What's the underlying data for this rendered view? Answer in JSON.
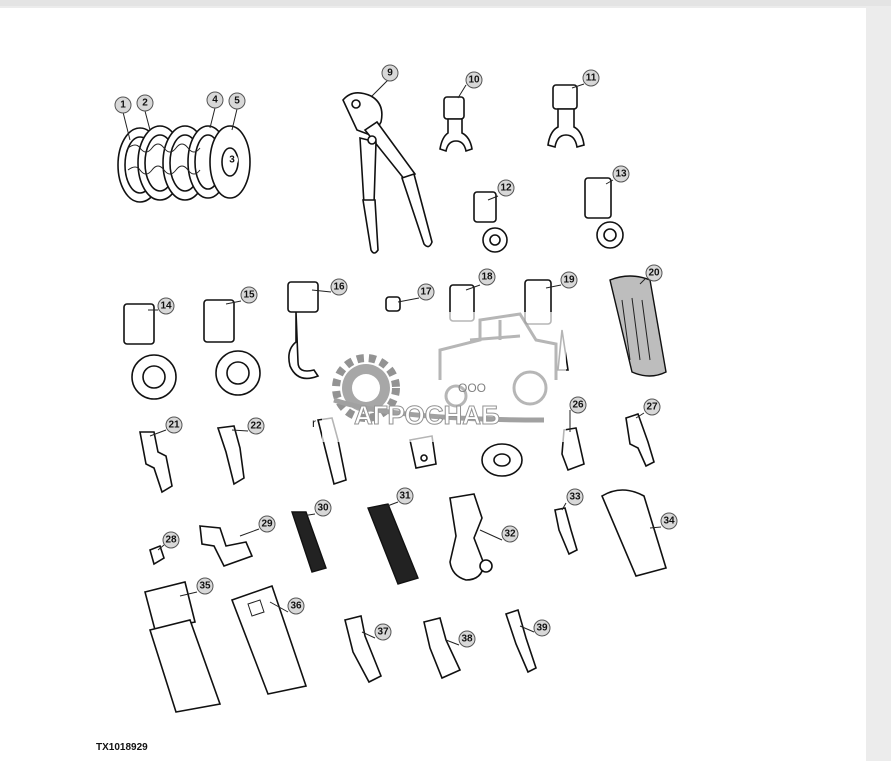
{
  "figure_id": "TX1018929",
  "watermark": {
    "company_form": "ООО",
    "brand": "АГРОСНАБ"
  },
  "callouts": [
    "1",
    "2",
    "3",
    "4",
    "5",
    "9",
    "10",
    "11",
    "12",
    "13",
    "14",
    "15",
    "16",
    "17",
    "18",
    "19",
    "20",
    "21",
    "22",
    "26",
    "27",
    "28",
    "29",
    "30",
    "31",
    "32",
    "33",
    "34",
    "35",
    "36",
    "37",
    "38",
    "39"
  ],
  "partial_label": "r"
}
